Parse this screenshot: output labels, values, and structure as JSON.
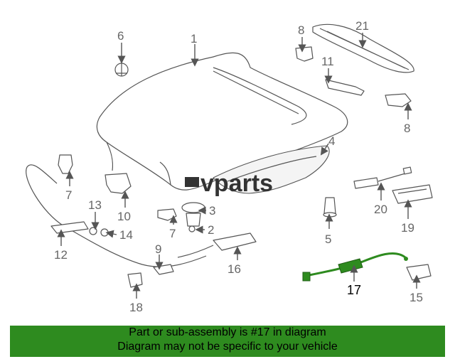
{
  "watermark": "vparts",
  "banner": {
    "line1": "Part or sub-assembly is #17 in diagram",
    "line2": "Diagram may not be specific to your vehicle"
  },
  "highlight_color": "#2e8b1f",
  "callouts": {
    "c1": "1",
    "c2": "2",
    "c3": "3",
    "c4": "4",
    "c5": "5",
    "c6": "6",
    "c7a": "7",
    "c7b": "7",
    "c8a": "8",
    "c8b": "8",
    "c9": "9",
    "c10": "10",
    "c11": "11",
    "c12": "12",
    "c13": "13",
    "c14": "14",
    "c15": "15",
    "c16": "16",
    "c17": "17",
    "c18": "18",
    "c19": "19",
    "c20": "20",
    "c21": "21"
  }
}
